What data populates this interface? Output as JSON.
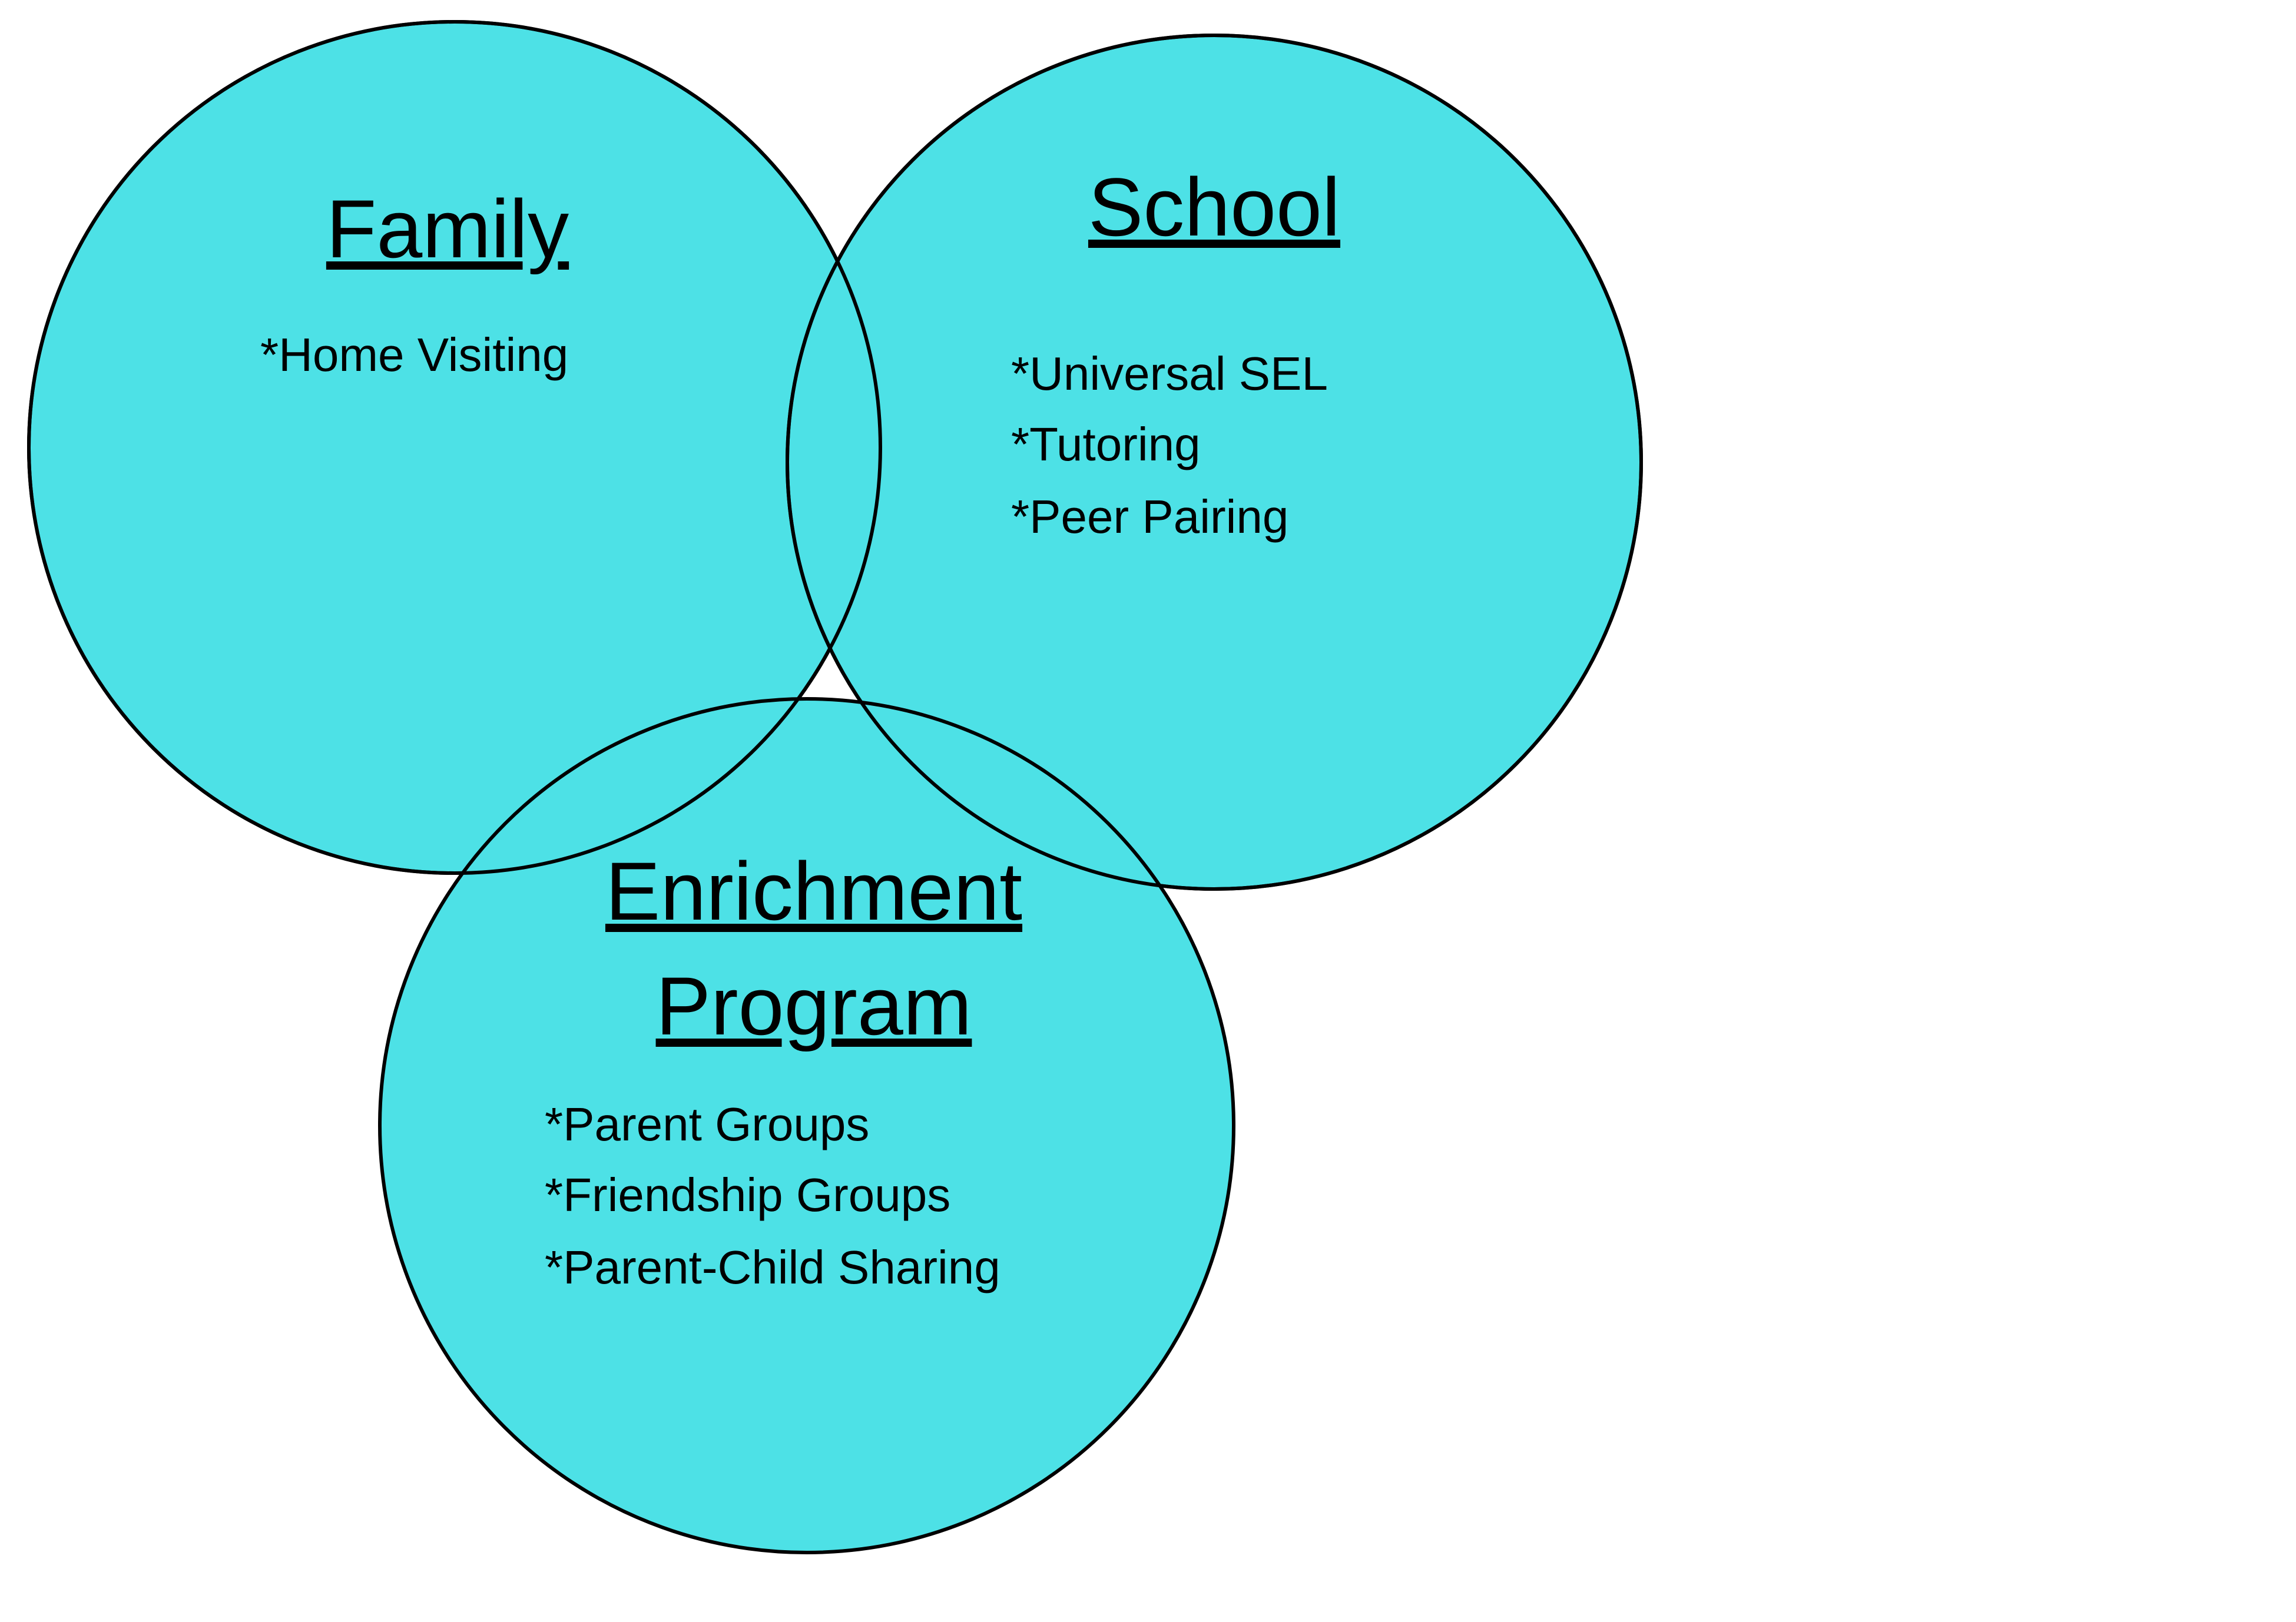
{
  "fill_color": "#4DE1E6",
  "circles": {
    "family": {
      "title": "Family",
      "items": [
        "*Home Visiting"
      ]
    },
    "school": {
      "title": "School",
      "items": [
        "*Universal SEL",
        "*Tutoring",
        "*Peer Pairing"
      ]
    },
    "enrichment": {
      "title_line1": "Enrichment",
      "title_line2": "Program",
      "items": [
        "*Parent Groups",
        "*Friendship Groups",
        "*Parent-Child Sharing"
      ]
    }
  }
}
